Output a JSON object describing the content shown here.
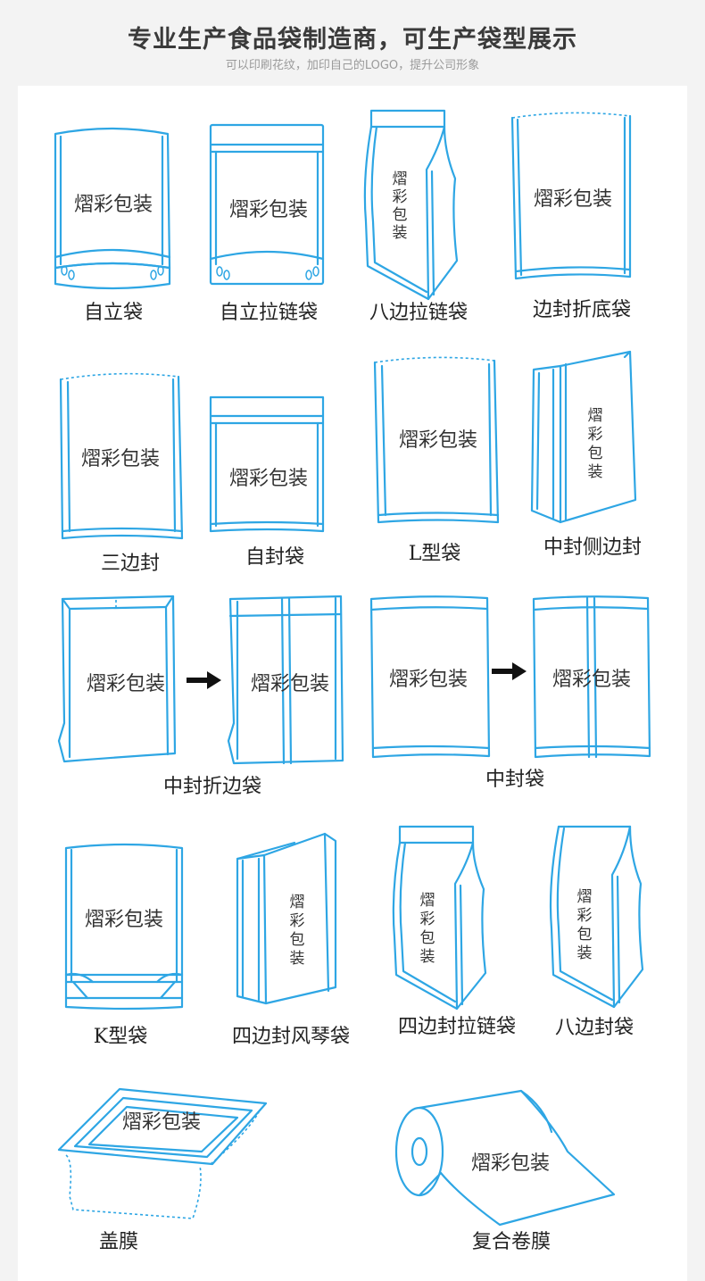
{
  "header": {
    "title": "专业生产食品袋制造商，可生产袋型展示",
    "subtitle": "可以印刷花纹，加印自己的LOGO，提升公司形象"
  },
  "brand_text": "熠彩包装",
  "brand_chars": [
    "熠",
    "彩",
    "包",
    "装"
  ],
  "bag_types": [
    "自立袋",
    "自立拉链袋",
    "八边拉链袋",
    "边封折底袋",
    "三边封",
    "自封袋",
    "L型袋",
    "中封侧边封",
    "中封折边袋",
    "中封袋",
    "K型袋",
    "四边封风琴袋",
    "四边封拉链袋",
    "八边封袋",
    "盖膜",
    "复合卷膜"
  ],
  "colors": {
    "outline": "#2ea6e4",
    "background": "#f3f3f3",
    "panel": "#ffffff"
  },
  "icons": [
    "arrow-right-icon"
  ]
}
